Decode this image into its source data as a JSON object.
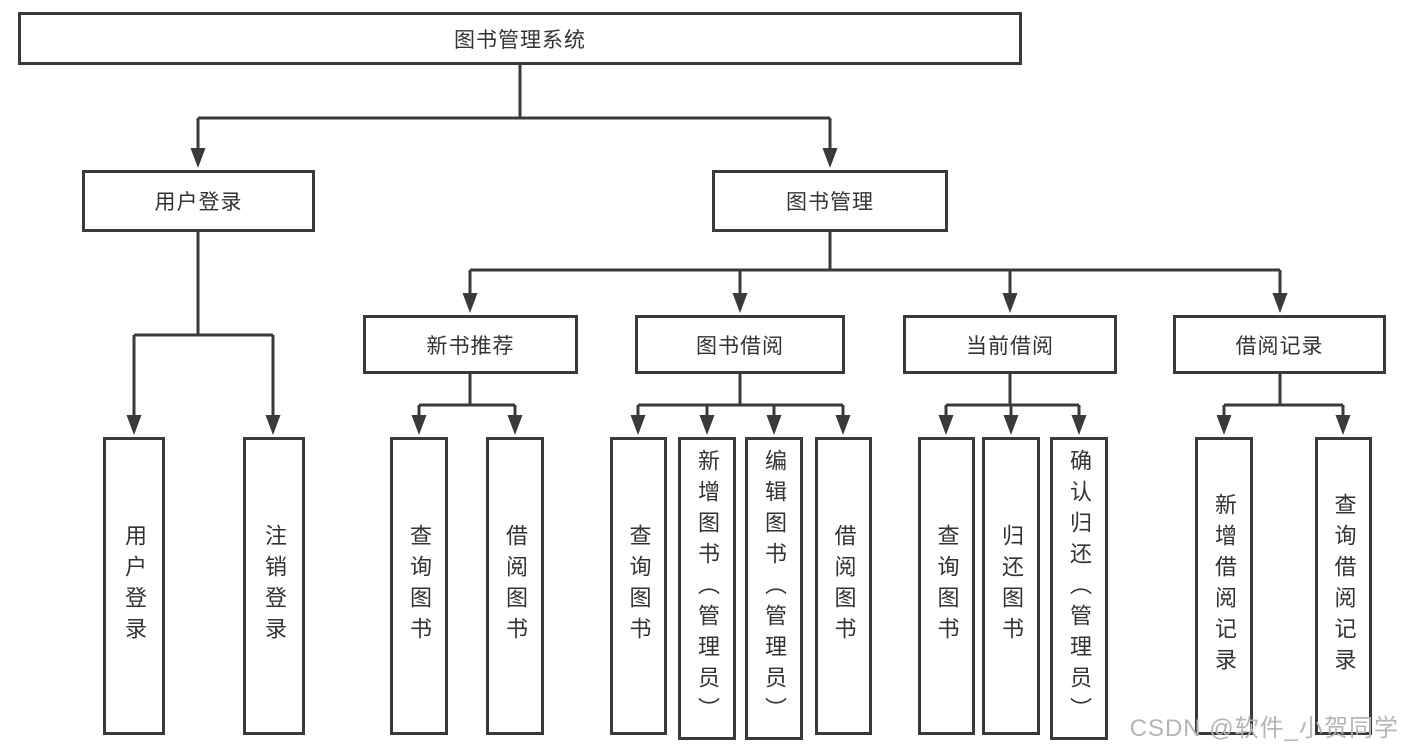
{
  "diagram": {
    "root": {
      "label": "图书管理系统"
    },
    "branches": [
      {
        "label": "用户登录",
        "children": [
          "用户登录",
          "注销登录"
        ]
      },
      {
        "label": "图书管理",
        "sections": [
          {
            "label": "新书推荐",
            "children": [
              "查询图书",
              "借阅图书"
            ]
          },
          {
            "label": "图书借阅",
            "children": [
              "查询图书",
              "新增图书（管理员）",
              "编辑图书（管理员）",
              "借阅图书"
            ]
          },
          {
            "label": "当前借阅",
            "children": [
              "查询图书",
              "归还图书",
              "确认归还（管理员）"
            ]
          },
          {
            "label": "借阅记录",
            "children": [
              "新增借阅记录",
              "查询借阅记录"
            ]
          }
        ]
      }
    ]
  },
  "watermark": {
    "text": "CSDN @软件_小贺同学"
  },
  "colors": {
    "line": "#3a3a3a",
    "text": "#333333",
    "watermark": "#b5b5b5",
    "background": "#ffffff"
  }
}
